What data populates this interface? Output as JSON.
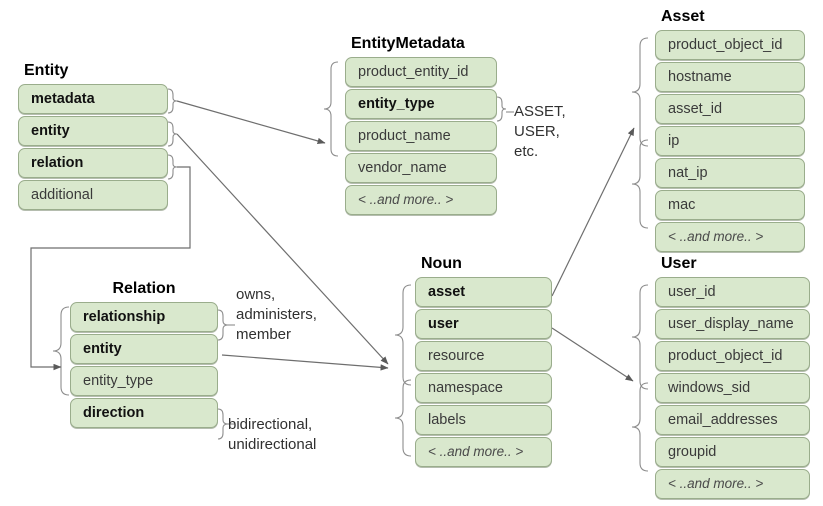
{
  "diagram": {
    "title_entity": "Entity",
    "title_entity_metadata": "EntityMetadata",
    "title_asset": "Asset",
    "title_user": "User",
    "title_noun": "Noun",
    "title_relation": "Relation",
    "more_label": "< ..and more.. >"
  },
  "entity": {
    "title": "Entity",
    "fields": [
      {
        "name": "metadata",
        "bold": true
      },
      {
        "name": "entity",
        "bold": true
      },
      {
        "name": "relation",
        "bold": true
      },
      {
        "name": "additional",
        "bold": false
      }
    ]
  },
  "entity_metadata": {
    "title": "EntityMetadata",
    "fields": [
      {
        "name": "product_entity_id",
        "bold": false
      },
      {
        "name": "entity_type",
        "bold": true
      },
      {
        "name": "product_name",
        "bold": false
      },
      {
        "name": "vendor_name",
        "bold": false
      },
      {
        "name": "< ..and more.. >",
        "bold": false,
        "more": true
      }
    ]
  },
  "asset": {
    "title": "Asset",
    "fields": [
      {
        "name": "product_object_id",
        "bold": false
      },
      {
        "name": "hostname",
        "bold": false
      },
      {
        "name": "asset_id",
        "bold": false
      },
      {
        "name": "ip",
        "bold": false
      },
      {
        "name": "nat_ip",
        "bold": false
      },
      {
        "name": "mac",
        "bold": false
      },
      {
        "name": "< ..and more.. >",
        "bold": false,
        "more": true
      }
    ]
  },
  "user": {
    "title": "User",
    "fields": [
      {
        "name": "user_id",
        "bold": false
      },
      {
        "name": "user_display_name",
        "bold": false
      },
      {
        "name": "product_object_id",
        "bold": false
      },
      {
        "name": "windows_sid",
        "bold": false
      },
      {
        "name": "email_addresses",
        "bold": false
      },
      {
        "name": "groupid",
        "bold": false
      },
      {
        "name": "< ..and more.. >",
        "bold": false,
        "more": true
      }
    ]
  },
  "noun": {
    "title": "Noun",
    "fields": [
      {
        "name": "asset",
        "bold": true
      },
      {
        "name": "user",
        "bold": true
      },
      {
        "name": "resource",
        "bold": false
      },
      {
        "name": "namespace",
        "bold": false
      },
      {
        "name": "labels",
        "bold": false
      },
      {
        "name": "< ..and more.. >",
        "bold": false,
        "more": true
      }
    ]
  },
  "relation": {
    "title": "Relation",
    "fields": [
      {
        "name": "relationship",
        "bold": true
      },
      {
        "name": "entity",
        "bold": true
      },
      {
        "name": "entity_type",
        "bold": false
      },
      {
        "name": "direction",
        "bold": true
      }
    ]
  },
  "annotations": {
    "entity_type_values": "ASSET,\nUSER,\netc.",
    "relationship_values": "owns,\nadministers,\nmember",
    "direction_values": "bidirectional,\nunidirectional"
  },
  "colors": {
    "row_fill": "#d9e8cd",
    "row_border": "#9aad8c",
    "wire": "#6e6e6e",
    "text": "#303030"
  }
}
